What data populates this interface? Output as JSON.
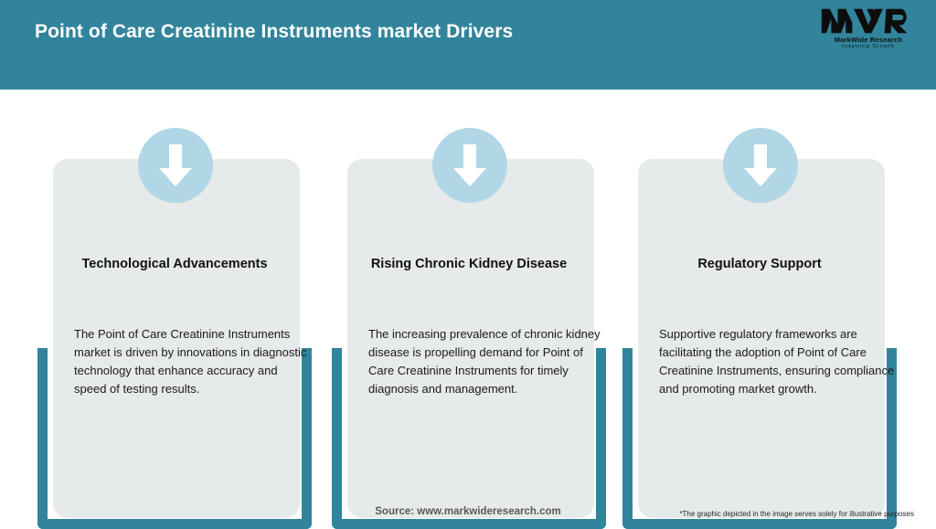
{
  "header": {
    "title": "Point of Care Creatinine Instruments market Drivers",
    "background_color": "#31849b",
    "title_color": "#ffffff"
  },
  "logo": {
    "mark": "MWR",
    "name": "MarkWide Research",
    "tagline": "Inspiring Growth"
  },
  "cards": [
    {
      "icon": "down-arrow-icon",
      "heading": "Technological Advancements",
      "body": "The Point of Care Creatinine Instruments market is driven by innovations in diagnostic technology that enhance accuracy and speed of testing results."
    },
    {
      "icon": "down-arrow-icon",
      "heading": "Rising Chronic Kidney Disease",
      "body": "The increasing prevalence of chronic kidney disease is propelling demand for Point of Care Creatinine Instruments for timely diagnosis and management."
    },
    {
      "icon": "down-arrow-icon",
      "heading": "Regulatory Support",
      "body": "Supportive regulatory frameworks are facilitating the adoption of Point of Care Creatinine Instruments, ensuring compliance and promoting market growth."
    }
  ],
  "footer": {
    "source": "Source: www.markwideresearch.com",
    "disclaimer": "*The graphic depicted in the image serves solely for illustrative purposes"
  },
  "colors": {
    "teal": "#31849b",
    "panel_gray": "#e7eaea",
    "icon_blue": "#b1d7e6",
    "heading_text": "#111111",
    "body_text": "#1a1a1a"
  }
}
